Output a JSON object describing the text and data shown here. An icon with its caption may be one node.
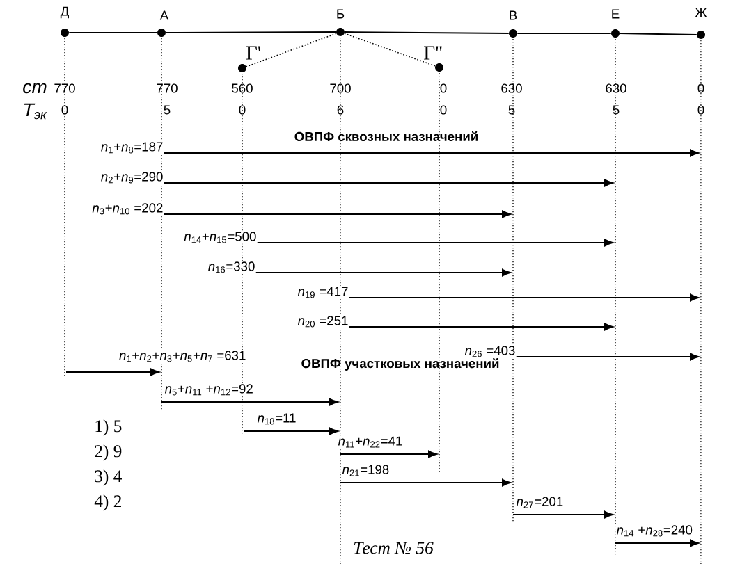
{
  "diagram": {
    "caption": "Тест № 56",
    "nodes": [
      {
        "text": [
          "Д"
        ]
      },
      {
        "text": [
          "А"
        ]
      },
      {
        "text": [
          "Г'"
        ]
      },
      {
        "text": [
          "Б"
        ]
      },
      {
        "text": [
          "Г''"
        ]
      },
      {
        "text": [
          "В"
        ]
      },
      {
        "text": [
          "Е"
        ]
      },
      {
        "text": [
          "Ж"
        ]
      }
    ],
    "edges": [
      {
        "from": 0,
        "to": 1,
        "arrow": "none"
      },
      {
        "from": 1,
        "to": 3,
        "arrow": "none"
      },
      {
        "from": 3,
        "to": 5,
        "arrow": "none"
      },
      {
        "from": 5,
        "to": 6,
        "arrow": "none"
      },
      {
        "from": 6,
        "to": 7,
        "arrow": "none"
      },
      {
        "from": 3,
        "to": 2,
        "arrow": "none",
        "style": "dashed"
      },
      {
        "from": 3,
        "to": 4,
        "arrow": "none",
        "style": "dashed"
      }
    ],
    "labels": [
      "ст",
      "770",
      "770",
      "560",
      "700",
      "0",
      "630",
      "630",
      "0",
      "Т$_{эк}$",
      "0",
      "5",
      "0",
      "6",
      "0",
      "5",
      "5",
      "0",
      "ОВПФ сквозных назначений",
      "*n*$_{1}$+*n*$_{8}$=187",
      "*n*$_{2}$+*n*$_{9}$=290",
      "*n*$_{3}$+*n*$_{10}$ =202",
      "*n*$_{14}$+*n*$_{15}$=500",
      "*n*$_{16}$=330",
      "*n*$_{19}$ =417",
      "*n*$_{20}$ =251",
      "*n*$_{26}$ =403",
      "*n*$_{1}$+*n*$_{2}$+*n*$_{3}$+*n*$_{5}$+*n*$_{7}$ =631",
      "ОВПФ участковых назначений",
      "*n*$_{5}$+*n*$_{11}$ +*n*$_{12}$=92",
      "*n*$_{18}$=11",
      "*n*$_{11}$+*n*$_{22}$=41",
      "*n*$_{21}$=198",
      "*n*$_{27}$=201",
      "*n*$_{14}$ +*n*$_{28}$=240",
      "1) 5",
      "2) 9",
      "3) 4",
      "4) 2"
    ]
  }
}
